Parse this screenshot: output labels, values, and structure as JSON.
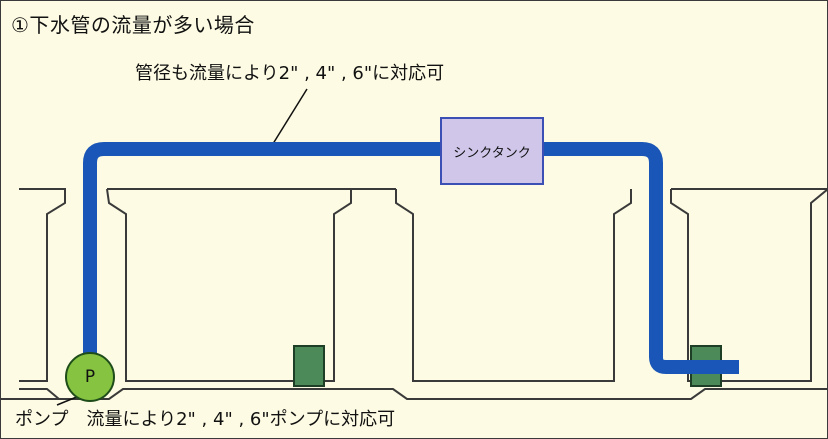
{
  "title": "①下水管の流量が多い場合",
  "pipe_label": "管径も流量により2\" , 4\" , 6\"に対応可",
  "tank_label": "シンクタンク",
  "pump_symbol": "P",
  "pump_label": "ポンプ",
  "pump_capacity_label": "流量により2\" , 4\" , 6\"ポンプに対応可",
  "colors": {
    "background": "#fdfbe3",
    "pipe": "#1a56b8",
    "tank_fill": "#cfc6ea",
    "pump_fill": "#85c341",
    "block_fill": "#4c8a5a",
    "outline": "#3a3a3a"
  }
}
